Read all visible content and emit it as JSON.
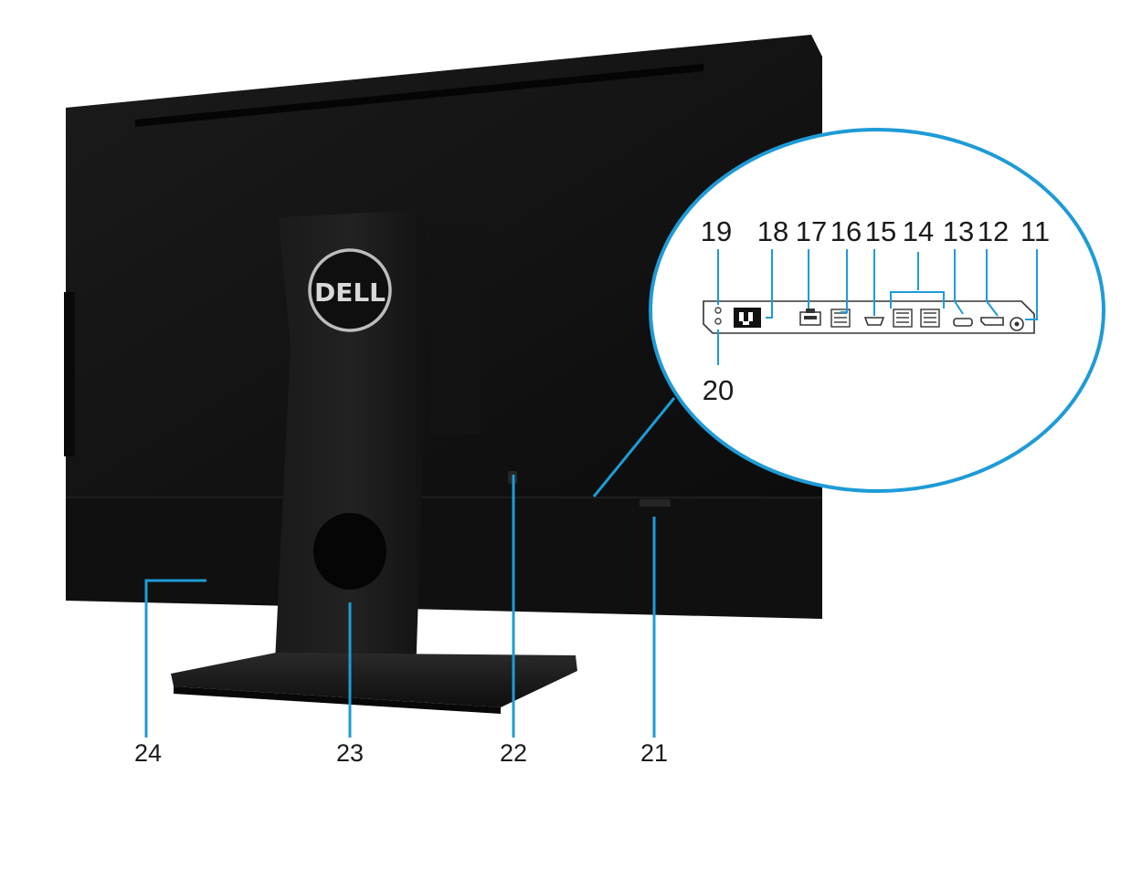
{
  "brand": {
    "logo_text": "DELL"
  },
  "callouts": {
    "port_labels": [
      "19",
      "18",
      "17",
      "16",
      "15",
      "14",
      "13",
      "12",
      "11"
    ],
    "label_20": "20",
    "label_24": "24",
    "label_23": "23",
    "label_22": "22",
    "label_21": "21"
  },
  "colors": {
    "leader_line": "#1e9bd7",
    "monitor_body": "#141414",
    "text": "#1a1a1a"
  },
  "icons": [
    "power-connector-icon",
    "dc-in-icon",
    "network-port-icon",
    "usb-port-icon",
    "hdmi-port-icon",
    "displayport-icon",
    "audio-jack-icon",
    "security-slot-icon"
  ]
}
